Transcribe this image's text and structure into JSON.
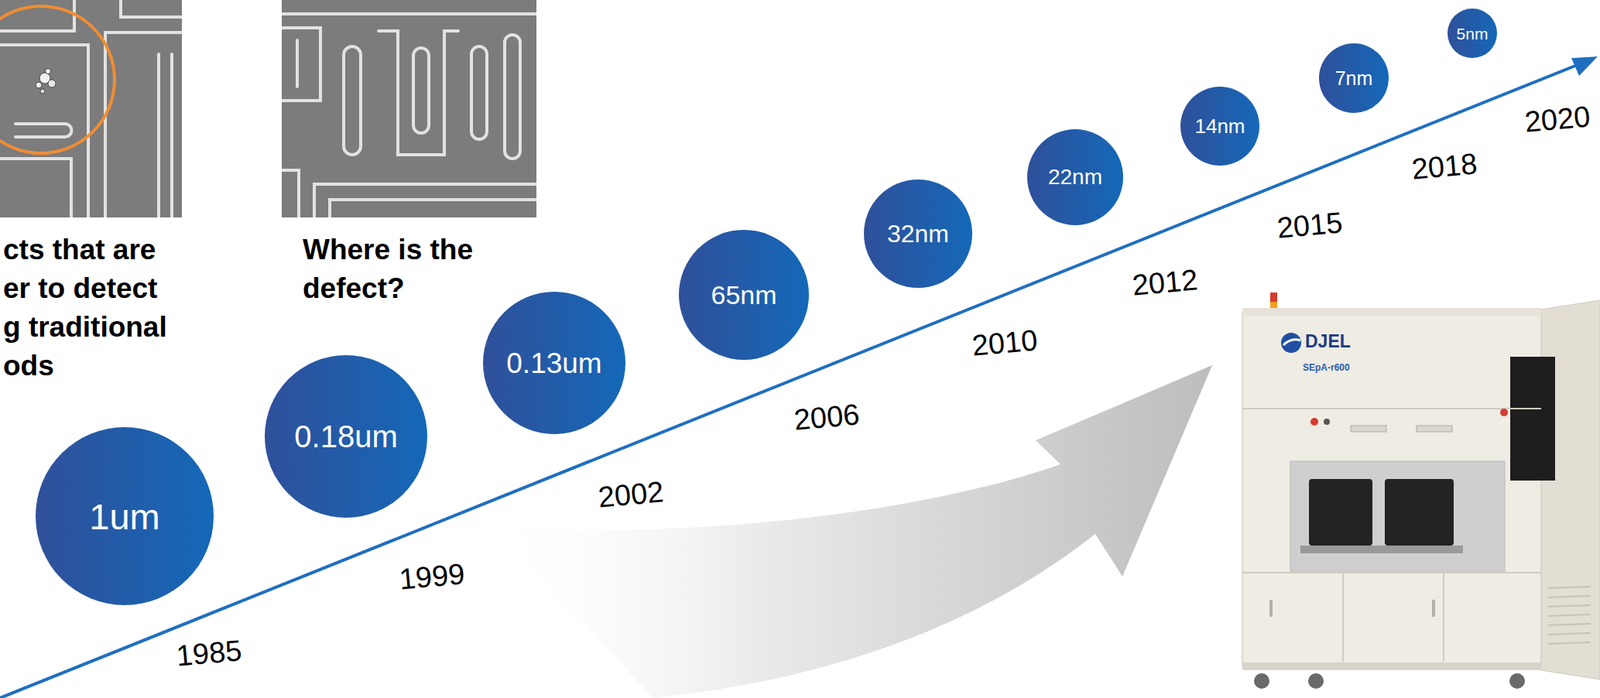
{
  "diagram": {
    "nodes": [
      {
        "text": [
          "1um"
        ]
      },
      {
        "text": [
          "0.18um"
        ]
      },
      {
        "text": [
          "0.13um"
        ]
      },
      {
        "text": [
          "65nm"
        ]
      },
      {
        "text": [
          "32nm"
        ]
      },
      {
        "text": [
          "22nm"
        ]
      },
      {
        "text": [
          "14nm"
        ]
      },
      {
        "text": [
          "7nm"
        ]
      },
      {
        "text": [
          "5nm"
        ]
      }
    ],
    "labels": [
      "cts that are er to detect g traditional ods",
      "Where is the defect?",
      "1985",
      "1999",
      "2002",
      "2006",
      "2010",
      "2012",
      "2015",
      "2018",
      "2020",
      "DJEL",
      "SEpA-r600"
    ]
  }
}
